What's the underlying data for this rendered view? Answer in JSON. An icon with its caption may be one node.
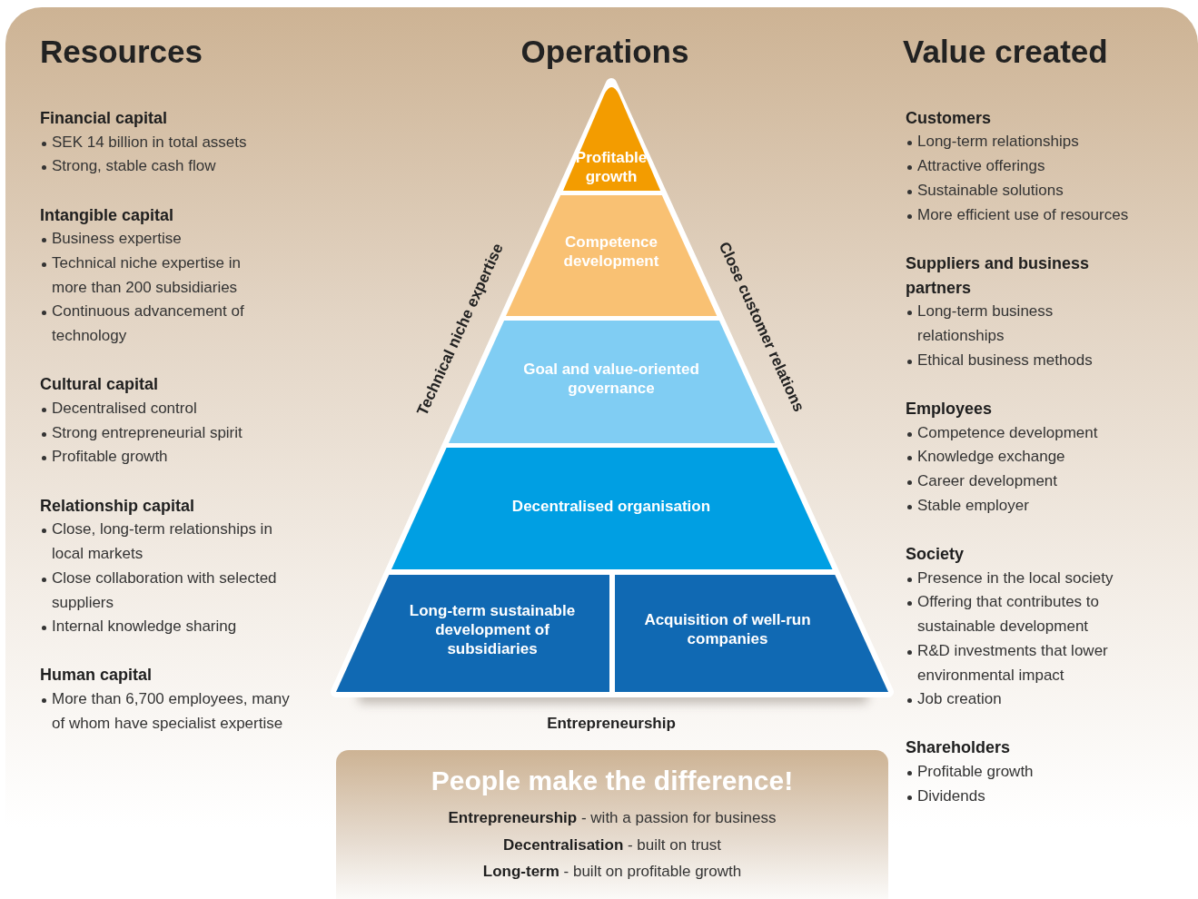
{
  "diagram": {
    "nodes": [
      {
        "text": [
          "Profitable growth"
        ]
      },
      {
        "text": [
          "Competence development"
        ]
      },
      {
        "text": [
          "Goal and value-oriented governance"
        ]
      },
      {
        "text": [
          "Decentralised organisation"
        ]
      },
      {
        "text": [
          "Long-term sustainable development of subsidiaries"
        ]
      },
      {
        "text": [
          "Acquisition of well-run companies"
        ]
      },
      {
        "text": [
          "People make the difference!",
          "**Entrepreneurship** - with a passion for business",
          "**Decentralisation** - built on trust",
          "**Long-term** - built on profitable growth"
        ]
      }
    ],
    "labels": [
      "Resources",
      "Operations",
      "Value created",
      "Financial capital",
      "SEK 14 billion in total assets",
      "Strong, stable cash flow",
      "Intangible capital",
      "Business expertise",
      "Technical niche expertise in more than 200 subsidiaries",
      "Continuous advancement of technology",
      "Cultural capital",
      "Decentralised control",
      "Strong entrepreneurial spirit",
      "Profitable growth",
      "Relationship capital",
      "Close, long-term relationships in local markets",
      "Close collaboration with selected suppliers",
      "Internal knowledge sharing",
      "Human capital",
      "More than 6,700 employees, many of whom have specialist expertise",
      "Technical niche expertise",
      "Close customer relations",
      "Entrepreneurship",
      "Customers",
      "Long-term relationships",
      "Attractive offerings",
      "Sustainable solutions",
      "More efficient use of resources",
      "Suppliers and business partners",
      "Long-term business relationships",
      "Ethical business methods",
      "Employees",
      "Competence development",
      "Knowledge exchange",
      "Career development",
      "Stable employer",
      "Society",
      "Presence in the local society",
      "Offering that contributes to sustainable development",
      "R&D investments that lower environmental impact",
      "Job creation",
      "Shareholders",
      "Profitable growth",
      "Dividends"
    ]
  }
}
